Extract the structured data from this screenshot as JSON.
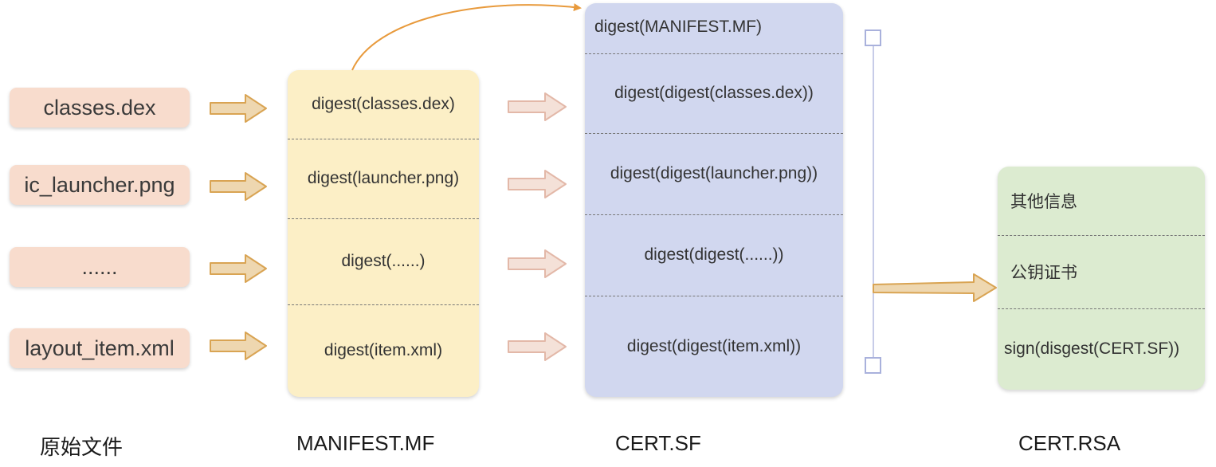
{
  "source_files": {
    "items": [
      "classes.dex",
      "ic_launcher.png",
      "......",
      "layout_item.xml"
    ],
    "caption": "原始文件"
  },
  "manifest": {
    "rows": [
      "digest(classes.dex)",
      "digest(launcher.png)",
      "digest(......)",
      "digest(item.xml)"
    ],
    "caption": "MANIFEST.MF"
  },
  "cert_sf": {
    "rows": [
      "digest(MANIFEST.MF)",
      "digest(digest(classes.dex))",
      "digest(digest(launcher.png))",
      "digest(digest(......))",
      "digest(digest(item.xml))"
    ],
    "caption": "CERT.SF"
  },
  "cert_rsa": {
    "rows": [
      "其他信息",
      "公钥证书",
      "sign(disgest(CERT.SF))"
    ],
    "caption": "CERT.RSA"
  },
  "colors": {
    "source_fill": "#f8dccd",
    "manifest_fill": "#fcefc6",
    "sf_fill": "#d1d7ef",
    "rsa_fill": "#dcebd0",
    "arrow_gold": "#d9a453",
    "arrow_pink": "#e3b8a8",
    "connector_orange": "#e89a3c"
  }
}
